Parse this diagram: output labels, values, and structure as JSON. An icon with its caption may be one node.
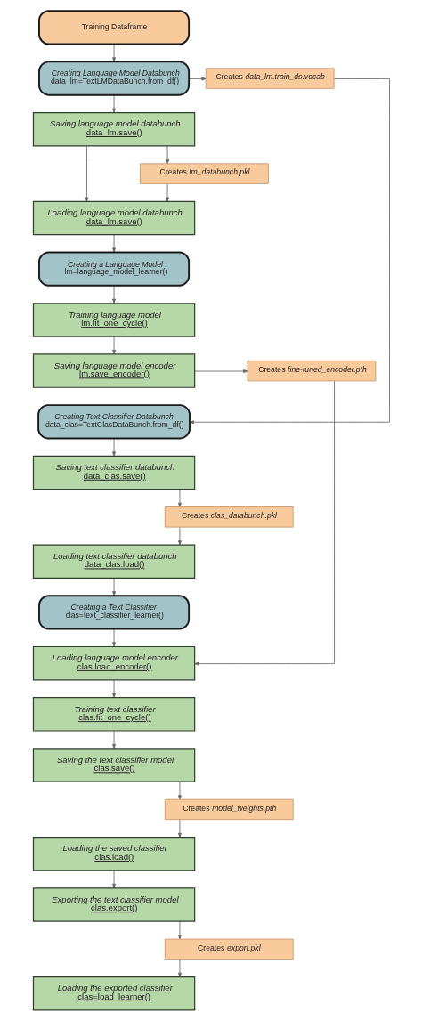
{
  "diagram": {
    "nodes": [
      {
        "text": [
          "Training Dataframe"
        ]
      },
      {
        "text": [
          "Creating Language Model Databunch",
          "data_lm=TextLMDataBunch.from_df()"
        ]
      },
      {
        "text": [
          "Creates *data_lm.train_ds.vocab*"
        ]
      },
      {
        "text": [
          "Saving language model databunch",
          "data_lm.save()"
        ]
      },
      {
        "text": [
          "Creates *lm_databunch.pkl*"
        ]
      },
      {
        "text": [
          "Loading language model databunch",
          "data_lm.save()"
        ]
      },
      {
        "text": [
          "Creating a Language Model",
          "lm=language_model_learner()"
        ]
      },
      {
        "text": [
          "Training language model",
          "lm.fit_one_cycle()"
        ]
      },
      {
        "text": [
          "Saving language model encoder",
          "lm.save_encoder()"
        ]
      },
      {
        "text": [
          "Creates *fine-tuned_encoder.pth*"
        ]
      },
      {
        "text": [
          "Creating Text Classifier Databunch",
          "data_clas=TextClasDataBunch.from_df()"
        ]
      },
      {
        "text": [
          "Saving text classifier databunch",
          "data_clas.save()"
        ]
      },
      {
        "text": [
          "Creates *clas_databunch.pkl*"
        ]
      },
      {
        "text": [
          "Loading text classifier databunch",
          "data_clas.load()"
        ]
      },
      {
        "text": [
          "Creating a Text Classifier",
          "clas=text_classifier_learner()"
        ]
      },
      {
        "text": [
          "Loading language model encoder",
          "clas.load_encoder()"
        ]
      },
      {
        "text": [
          "Training text classifier",
          "clas.fit_one_cycle()"
        ]
      },
      {
        "text": [
          "Saving the text classifier model",
          "clas.save()"
        ]
      },
      {
        "text": [
          "Creates *model_weights.pth*"
        ]
      },
      {
        "text": [
          "Loading the saved classifier",
          "clas.load()"
        ]
      },
      {
        "text": [
          "Exporting the text classifier model",
          "clas.export()"
        ]
      },
      {
        "text": [
          "Creates *export.pkl*"
        ]
      },
      {
        "text": [
          "Loading the exported classifier",
          "clas=load_learner()"
        ]
      }
    ],
    "edges": [
      {
        "from": 0,
        "to": 1,
        "arrow": "to"
      },
      {
        "from": 1,
        "to": 2,
        "arrow": "to"
      },
      {
        "from": 1,
        "to": 3,
        "arrow": "to"
      },
      {
        "from": 3,
        "to": 4,
        "arrow": "to"
      },
      {
        "from": 3,
        "to": 5,
        "arrow": "to"
      },
      {
        "from": 4,
        "to": 5,
        "arrow": "to"
      },
      {
        "from": 5,
        "to": 6,
        "arrow": "to"
      },
      {
        "from": 6,
        "to": 7,
        "arrow": "to"
      },
      {
        "from": 7,
        "to": 8,
        "arrow": "to"
      },
      {
        "from": 8,
        "to": 9,
        "arrow": "to"
      },
      {
        "from": 2,
        "to": 10,
        "arrow": "to"
      },
      {
        "from": 9,
        "to": 15,
        "arrow": "to"
      },
      {
        "from": 10,
        "to": 11,
        "arrow": "to"
      },
      {
        "from": 11,
        "to": 12,
        "arrow": "to"
      },
      {
        "from": 12,
        "to": 13,
        "arrow": "to"
      },
      {
        "from": 13,
        "to": 14,
        "arrow": "to"
      },
      {
        "from": 14,
        "to": 15,
        "arrow": "to"
      },
      {
        "from": 15,
        "to": 16,
        "arrow": "to"
      },
      {
        "from": 16,
        "to": 17,
        "arrow": "to"
      },
      {
        "from": 17,
        "to": 18,
        "arrow": "to"
      },
      {
        "from": 18,
        "to": 19,
        "arrow": "to"
      },
      {
        "from": 19,
        "to": 20,
        "arrow": "to"
      },
      {
        "from": 20,
        "to": 21,
        "arrow": "to"
      },
      {
        "from": 21,
        "to": 22,
        "arrow": "to"
      }
    ]
  }
}
